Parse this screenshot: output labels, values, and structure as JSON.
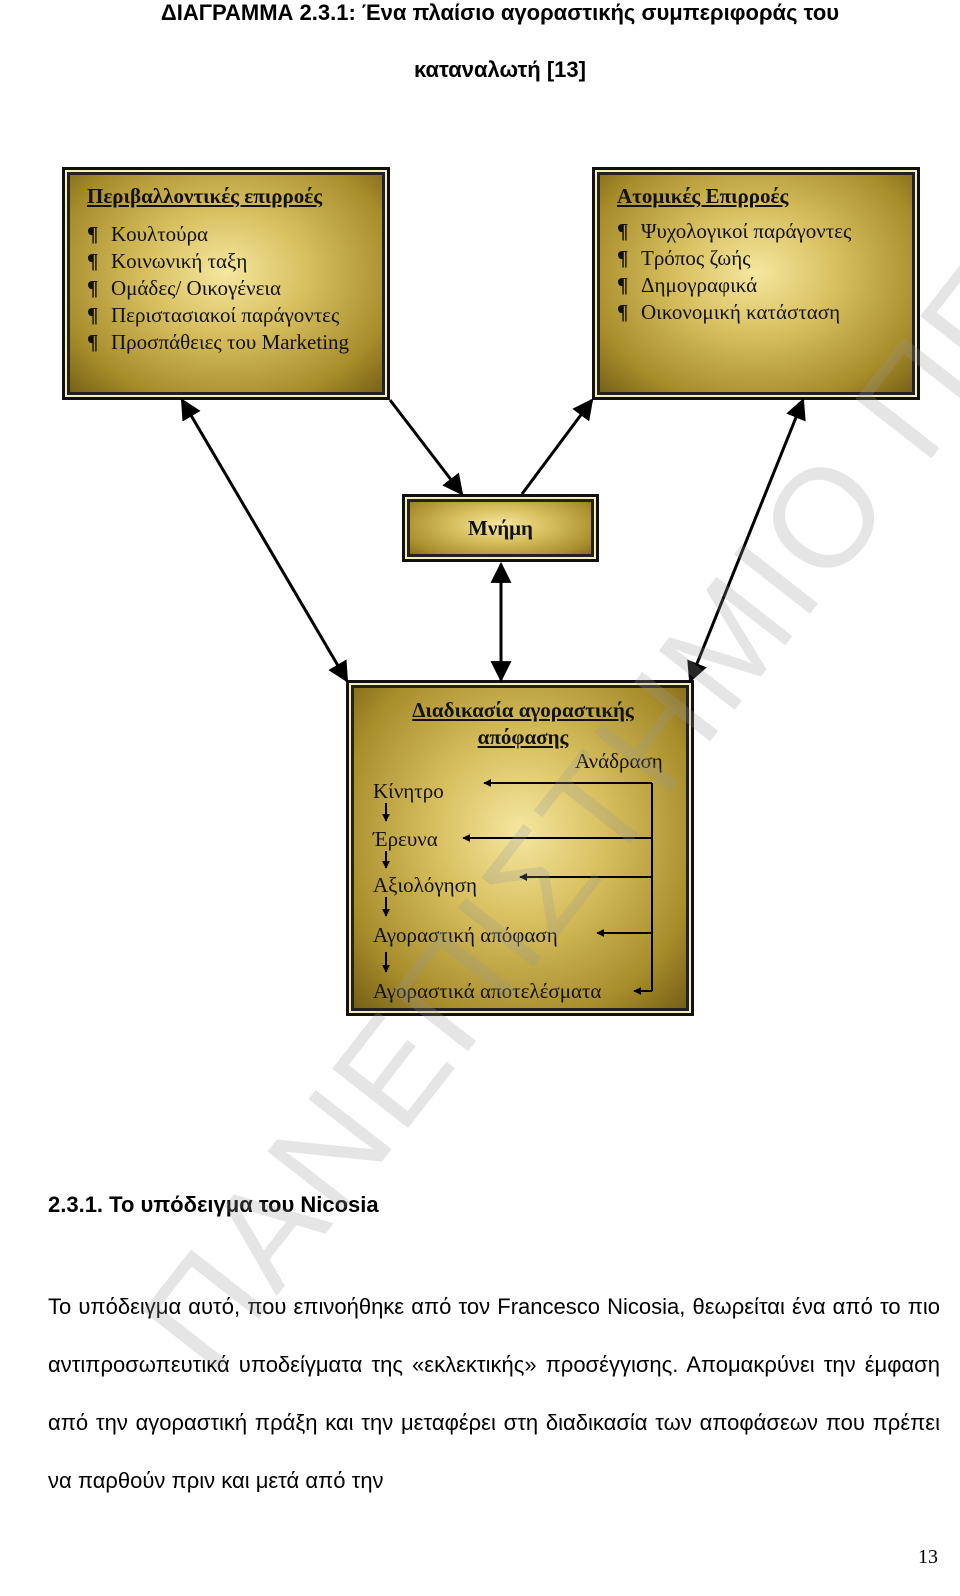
{
  "header": {
    "line1": "ΔΙΑΓΡΑΜΜΑ 2.3.1: Ένα πλαίσιο αγοραστικής συμπεριφοράς του",
    "line2": "καταναλωτή [13]"
  },
  "diagram": {
    "bullet_glyph": "¶",
    "environmental": {
      "title": "Περιβαλλοντικές επιρροές",
      "items": [
        "Κουλτούρα",
        "Κοινωνική ταξη",
        "Ομάδες/ Οικογένεια",
        "Περιστασιακοί παράγοντες",
        "Προσπάθειες του Marketing"
      ]
    },
    "individual": {
      "title": "Ατομικές Επιρροές",
      "items": [
        "Ψυχολογικοί παράγοντες",
        "Τρόπος ζωής",
        "Δημογραφικά",
        "Οικονομική κατάσταση"
      ]
    },
    "memory": {
      "label": "Μνήμη"
    },
    "decision": {
      "title_line1": "Διαδικασία αγοραστικής",
      "title_line2": "απόφασης",
      "feedback": "Ανάδραση",
      "steps": [
        "Κίνητρο",
        "Έρευνα",
        "Αξιολόγηση",
        "Αγοραστική απόφαση",
        "Αγοραστικά αποτελέσματα"
      ]
    }
  },
  "section": {
    "title": "2.3.1. Το υπόδειγμα του Nicosia"
  },
  "body": {
    "paragraph": "Το υπόδειγμα αυτό, που επινοήθηκε από τον Francesco Nicosia, θεωρείται ένα από το πιο αντιπροσωπευτικά υποδείγματα της «εκλεκτικής» προσέγγισης. Απομακρύνει την έμφαση από την αγοραστική πράξη και την μεταφέρει στη διαδικασία των αποφάσεων που πρέπει να παρθούν πριν και μετά από την"
  },
  "watermark": "ΠΑΝΕΠΙΣΤΗΜΙΟ ΠΕΙΡΑΙΑ",
  "page_number": "13"
}
